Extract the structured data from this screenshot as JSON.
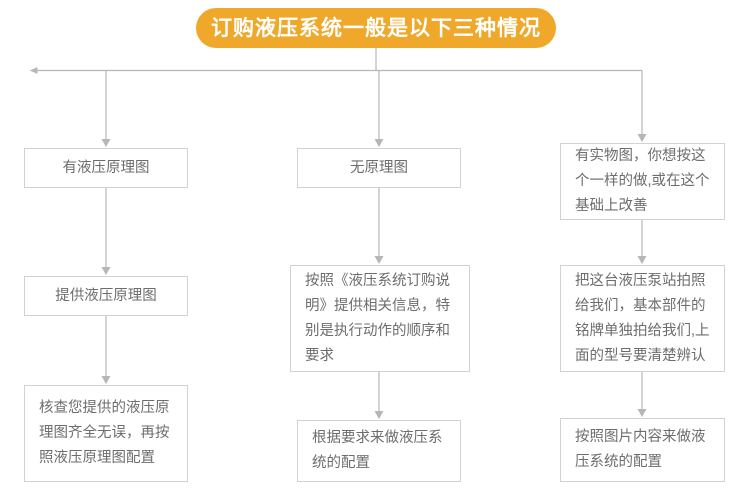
{
  "title": {
    "text": "订购液压系统一般是以下三种情况",
    "background_color": "#f0a82a",
    "text_color": "#ffffff"
  },
  "theme": {
    "box_border_color": "#d2d2d2",
    "box_fill_color": "#ffffff",
    "text_color": "#6d6d6d",
    "connector_color": "#b6b6b6",
    "page_background": "#ffffff"
  },
  "columns": [
    {
      "id": "column-1",
      "nodes": [
        {
          "id": "c1-r1",
          "text": "有液压原理图",
          "align": "center"
        },
        {
          "id": "c1-r2",
          "text": "提供液压原理图",
          "align": "center"
        },
        {
          "id": "c1-r3",
          "text": "核查您提供的液压原理图齐全无误，再按照液压原理图配置",
          "align": "left"
        }
      ]
    },
    {
      "id": "column-2",
      "nodes": [
        {
          "id": "c2-r1",
          "text": "无原理图",
          "align": "center"
        },
        {
          "id": "c2-r2",
          "text": "按照《液压系统订购说明》提供相关信息，特别是执行动作的顺序和要求",
          "align": "left"
        },
        {
          "id": "c2-r3",
          "text": "根据要求来做液压系统的配置",
          "align": "left"
        }
      ]
    },
    {
      "id": "column-3",
      "nodes": [
        {
          "id": "c3-r1",
          "text": "有实物图，你想按这个一样的做,或在这个基础上改善",
          "align": "left"
        },
        {
          "id": "c3-r2",
          "text": "把这台液压泵站拍照给我们，基本部件的铭牌单独拍给我们,上面的型号要清楚辨认",
          "align": "left"
        },
        {
          "id": "c3-r3",
          "text": "按照图片内容来做液压系统的配置",
          "align": "left"
        }
      ]
    }
  ]
}
